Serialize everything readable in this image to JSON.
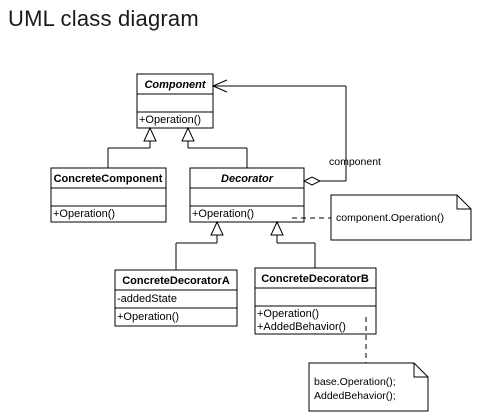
{
  "title": "UML class diagram",
  "classes": {
    "component": {
      "name": "Component",
      "attributes": "",
      "operations": [
        "+Operation()"
      ]
    },
    "concrete_component": {
      "name": "ConcreteComponent",
      "attributes": "",
      "operations": [
        "+Operation()"
      ]
    },
    "decorator": {
      "name": "Decorator",
      "attributes": "",
      "operations": [
        "+Operation()"
      ]
    },
    "concrete_decorator_a": {
      "name": "ConcreteDecoratorA",
      "attributes": "-addedState",
      "operations": [
        "+Operation()"
      ]
    },
    "concrete_decorator_b": {
      "name": "ConcreteDecoratorB",
      "attributes": "",
      "operations": [
        "+Operation()",
        "+AddedBehavior()"
      ]
    }
  },
  "association_label": "component",
  "notes": {
    "decorator_note": [
      "component.Operation()"
    ],
    "concrete_b_note": [
      "base.Operation();",
      "AddedBehavior();"
    ]
  }
}
